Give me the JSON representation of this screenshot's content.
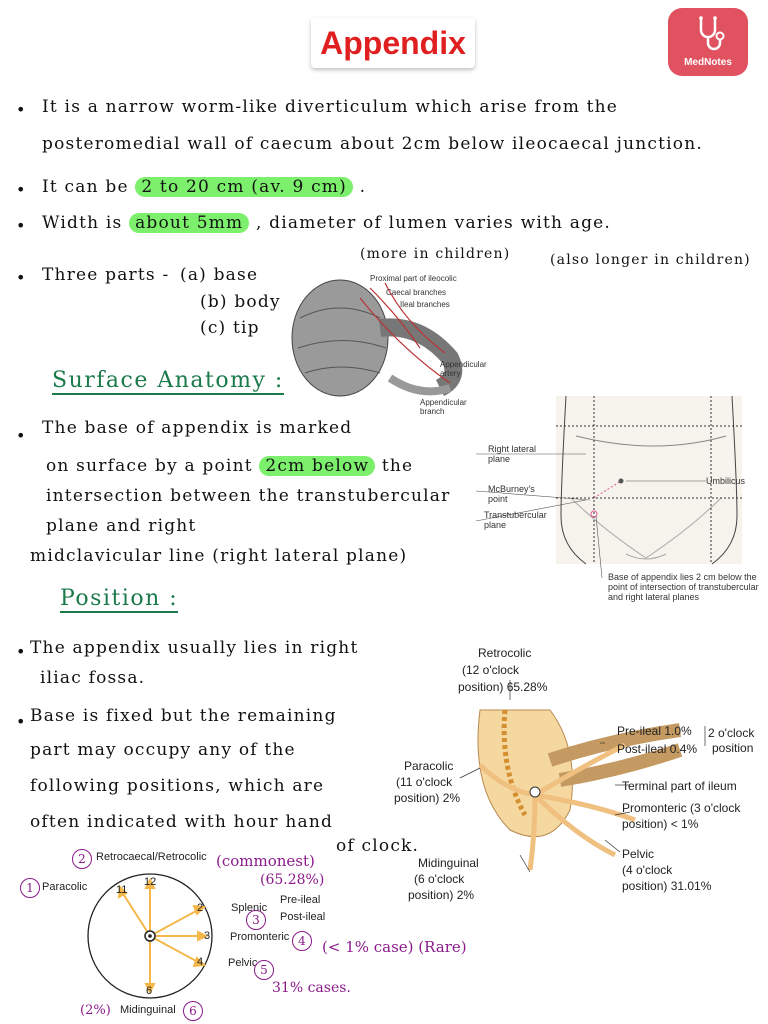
{
  "title": "Appendix",
  "logo_text": "MedNotes",
  "intro": {
    "line1": "It is a narrow worm-like diverticulum which arise from the",
    "line2": "posteromedial wall of caecum about 2cm below ileocaecal junction.",
    "length_prefix": "It can be",
    "length_highlight": "2 to 20 cm (av. 9 cm)",
    "length_suffix": ".",
    "width_prefix": "Width is",
    "width_highlight": "about 5mm",
    "width_suffix": ", diameter of lumen varies with age.",
    "note_more": "(more in children)",
    "note_longer": "(also longer in children)",
    "parts_label": "Three parts -",
    "part_a": "(a) base",
    "part_b": "(b) body",
    "part_c": "(c) tip"
  },
  "figure1": {
    "labels": [
      "Proximal part of ileocolic",
      "Caecal branches",
      "Ileal branches",
      "Appendicular artery",
      "Appendicular branch"
    ]
  },
  "surface": {
    "heading": "Surface Anatomy :",
    "line1": "The base of appendix is marked",
    "line2_prefix": "on surface by a point",
    "line2_highlight": "2cm below",
    "line2_suffix": "the",
    "line3": "intersection between the transtubercular",
    "line4": "plane and right",
    "line5": "midclavicular line (right lateral plane)"
  },
  "figure2": {
    "right_lateral": "Right lateral plane",
    "mcburney": "McBurney's point",
    "transtubercular": "Transtubercular plane",
    "umbilicus": "Umbilicus",
    "caption": "Base of appendix lies 2 cm below the point of intersection of transtubercular and right lateral planes"
  },
  "position": {
    "heading": "Position :",
    "line1": "The appendix usually lies in right",
    "line2": "iliac fossa.",
    "line3": "Base is fixed but the remaining",
    "line4": "part may occupy any of the",
    "line5": "following positions, which are",
    "line6": "often indicated with hour hand",
    "line7": "of clock."
  },
  "figure3": {
    "retrocolic": "Retrocolic",
    "retrocolic_pos": "(12 o'clock",
    "retrocolic_pct": "position) 65.28%",
    "preileal": "Pre-ileal 1.0%",
    "postileal": "Post-ileal 0.4%",
    "two_oclock_a": "2 o'clock",
    "two_oclock_b": "position",
    "paracolic": "Paracolic",
    "paracolic_pos": "(11 o'clock",
    "paracolic_pct": "position) 2%",
    "terminal": "Terminal part of ileum",
    "promonteric": "Promonteric (3 o'clock",
    "promonteric_pct": "position) < 1%",
    "pelvic": "Pelvic",
    "pelvic_pos": "(4 o'clock",
    "pelvic_pct": "position) 31.01%",
    "midinguinal": "Midinguinal",
    "midinguinal_pos": "(6 o'clock",
    "midinguinal_pct": "position) 2%"
  },
  "clock": {
    "retro_label": "Retrocaecal/Retrocolic",
    "retro_num": "2",
    "common": "(commonest)",
    "common_pct": "(65.28%)",
    "paracolic_label": "Paracolic",
    "paracolic_num": "1",
    "n11": "11",
    "n12": "12",
    "n2": "2",
    "n3": "3",
    "n4": "4",
    "n6": "6",
    "splenic": "Splenic",
    "splenic_num": "3",
    "preileal": "Pre-ileal",
    "postileal": "Post-ileal",
    "promonteric": "Promonteric",
    "promonteric_num": "4",
    "rare": "(< 1% case) (Rare)",
    "pelvic": "Pelvic",
    "pelvic_num": "5",
    "pelvic_pct": "31% cases.",
    "midinguinal": "Midinguinal",
    "midinguinal_num": "6",
    "mid_pct": "(2%)"
  },
  "colors": {
    "title": "#e02020",
    "highlight": "#7cf06c",
    "heading": "#1a7a4a",
    "purple": "#8b1a8b",
    "arrow": "#f4b84a"
  }
}
